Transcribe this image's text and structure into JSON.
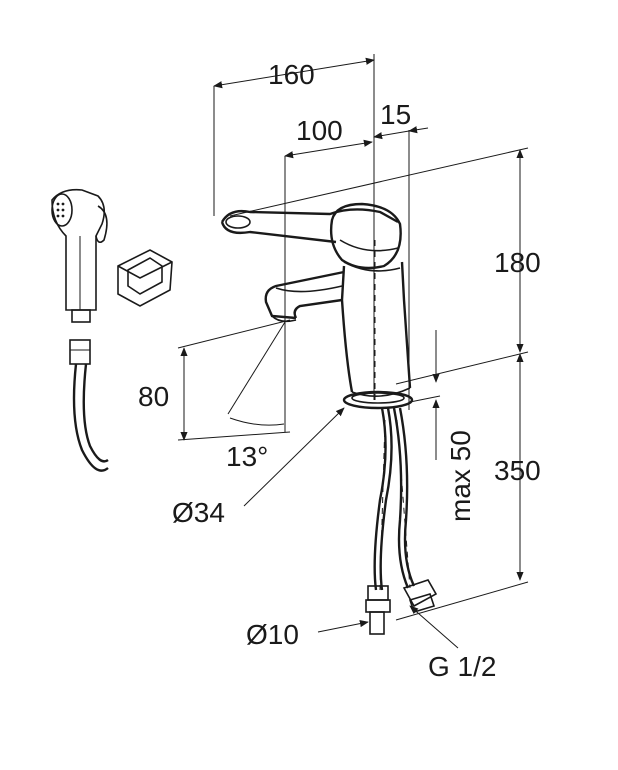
{
  "dimensions": {
    "total_reach": "160",
    "spout_reach": "100",
    "offset": "15",
    "height_upper": "180",
    "spout_height": "80",
    "angle": "13°",
    "base_diameter": "Ø34",
    "max_thickness": "max 50",
    "height_lower": "350",
    "hose_diameter": "Ø10",
    "connection": "G 1/2"
  }
}
